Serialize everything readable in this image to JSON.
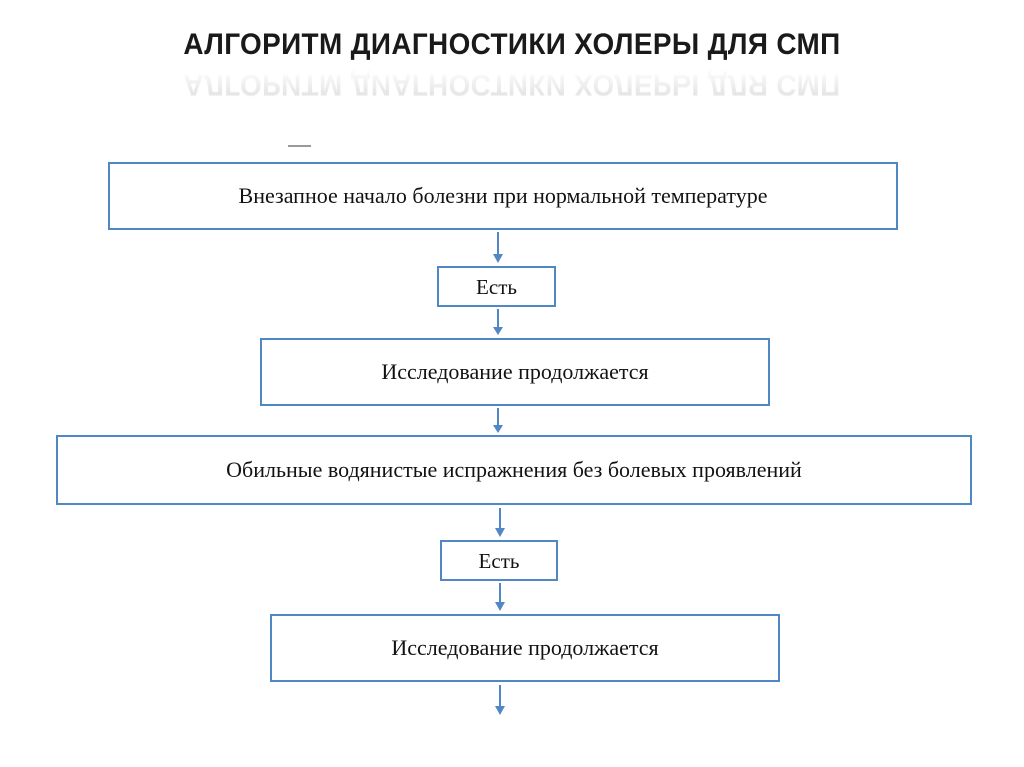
{
  "title": {
    "text": "АЛГОРИТМ ДИАГНОСТИКИ ХОЛЕРЫ ДЛЯ СМП",
    "reflection_text": "АЛГОРИТМ ДИАГНОСТИКИ ХОЛЕРЫ ДЛЯ СМП"
  },
  "colors": {
    "box_border": "#4f88c4",
    "arrow": "#4f88c4",
    "text": "#121212",
    "title_text": "#1a1a1a",
    "background": "#ffffff"
  },
  "flowchart": {
    "nodes": [
      {
        "id": "onset",
        "label": "Внезапное начало болезни при нормальной температуре"
      },
      {
        "id": "yes-1",
        "label": "Есть"
      },
      {
        "id": "continues-1",
        "label": "Исследование продолжается"
      },
      {
        "id": "stools",
        "label": "Обильные водянистые испражнения без болевых проявлений"
      },
      {
        "id": "yes-2",
        "label": "Есть"
      },
      {
        "id": "continues-2",
        "label": "Исследование продолжается"
      }
    ],
    "arrows": [
      {
        "id": "arrow-1",
        "from": "onset",
        "to": "yes-1",
        "direction": "down"
      },
      {
        "id": "arrow-2",
        "from": "yes-1",
        "to": "continues-1",
        "direction": "down"
      },
      {
        "id": "arrow-3",
        "from": "continues-1",
        "to": "stools",
        "direction": "down"
      },
      {
        "id": "arrow-4",
        "from": "stools",
        "to": "yes-2",
        "direction": "down"
      },
      {
        "id": "arrow-5",
        "from": "yes-2",
        "to": "continues-2",
        "direction": "down"
      },
      {
        "id": "arrow-6",
        "from": "continues-2",
        "to": "",
        "direction": "down"
      }
    ]
  }
}
